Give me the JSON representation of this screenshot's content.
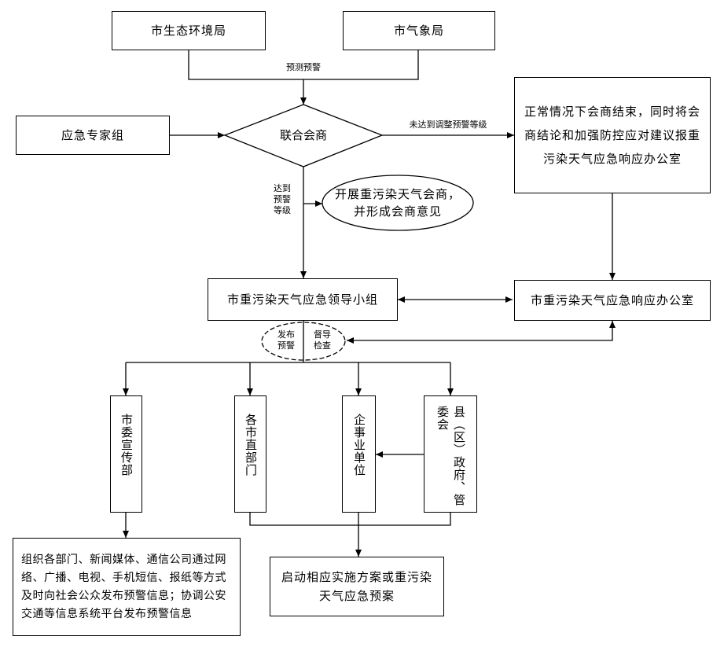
{
  "nodes": {
    "eco_bureau": "市生态环境局",
    "weather_bureau": "市气象局",
    "expert_group": "应急专家组",
    "joint_consult": "联合会商",
    "normal_case": "正常情况下会商结束，同时将会商结论和加强防控应对建议报重污染天气应急响应办公室",
    "consult_opinion": "开展重污染天气会商，并形成会商意见",
    "leading_group": "市重污染天气应急领导小组",
    "response_office": "市重污染天气应急响应办公室",
    "propaganda_dept": "市委宣传部",
    "direct_depts": "各市直部门",
    "enterprises": "企事业单位",
    "county_gov": "县（区）政府、管委会",
    "publicity_tasks": "组织各部门、新闻媒体、通信公司通过网络、广播、电视、手机短信、报纸等方式及时向社会公众发布预警信息；协调公安交通等信息系统平台发布预警信息",
    "start_plan": "启动相应实施方案或重污染天气应急预案"
  },
  "labels": {
    "forecast_warning": "预测预警",
    "not_reached": "未达到调整预警等级",
    "reached_line1": "达到",
    "reached_line2": "预警",
    "reached_line3": "等级",
    "issue_line1": "发布",
    "issue_line2": "预警",
    "supervise_line1": "督导",
    "supervise_line2": "检查"
  }
}
